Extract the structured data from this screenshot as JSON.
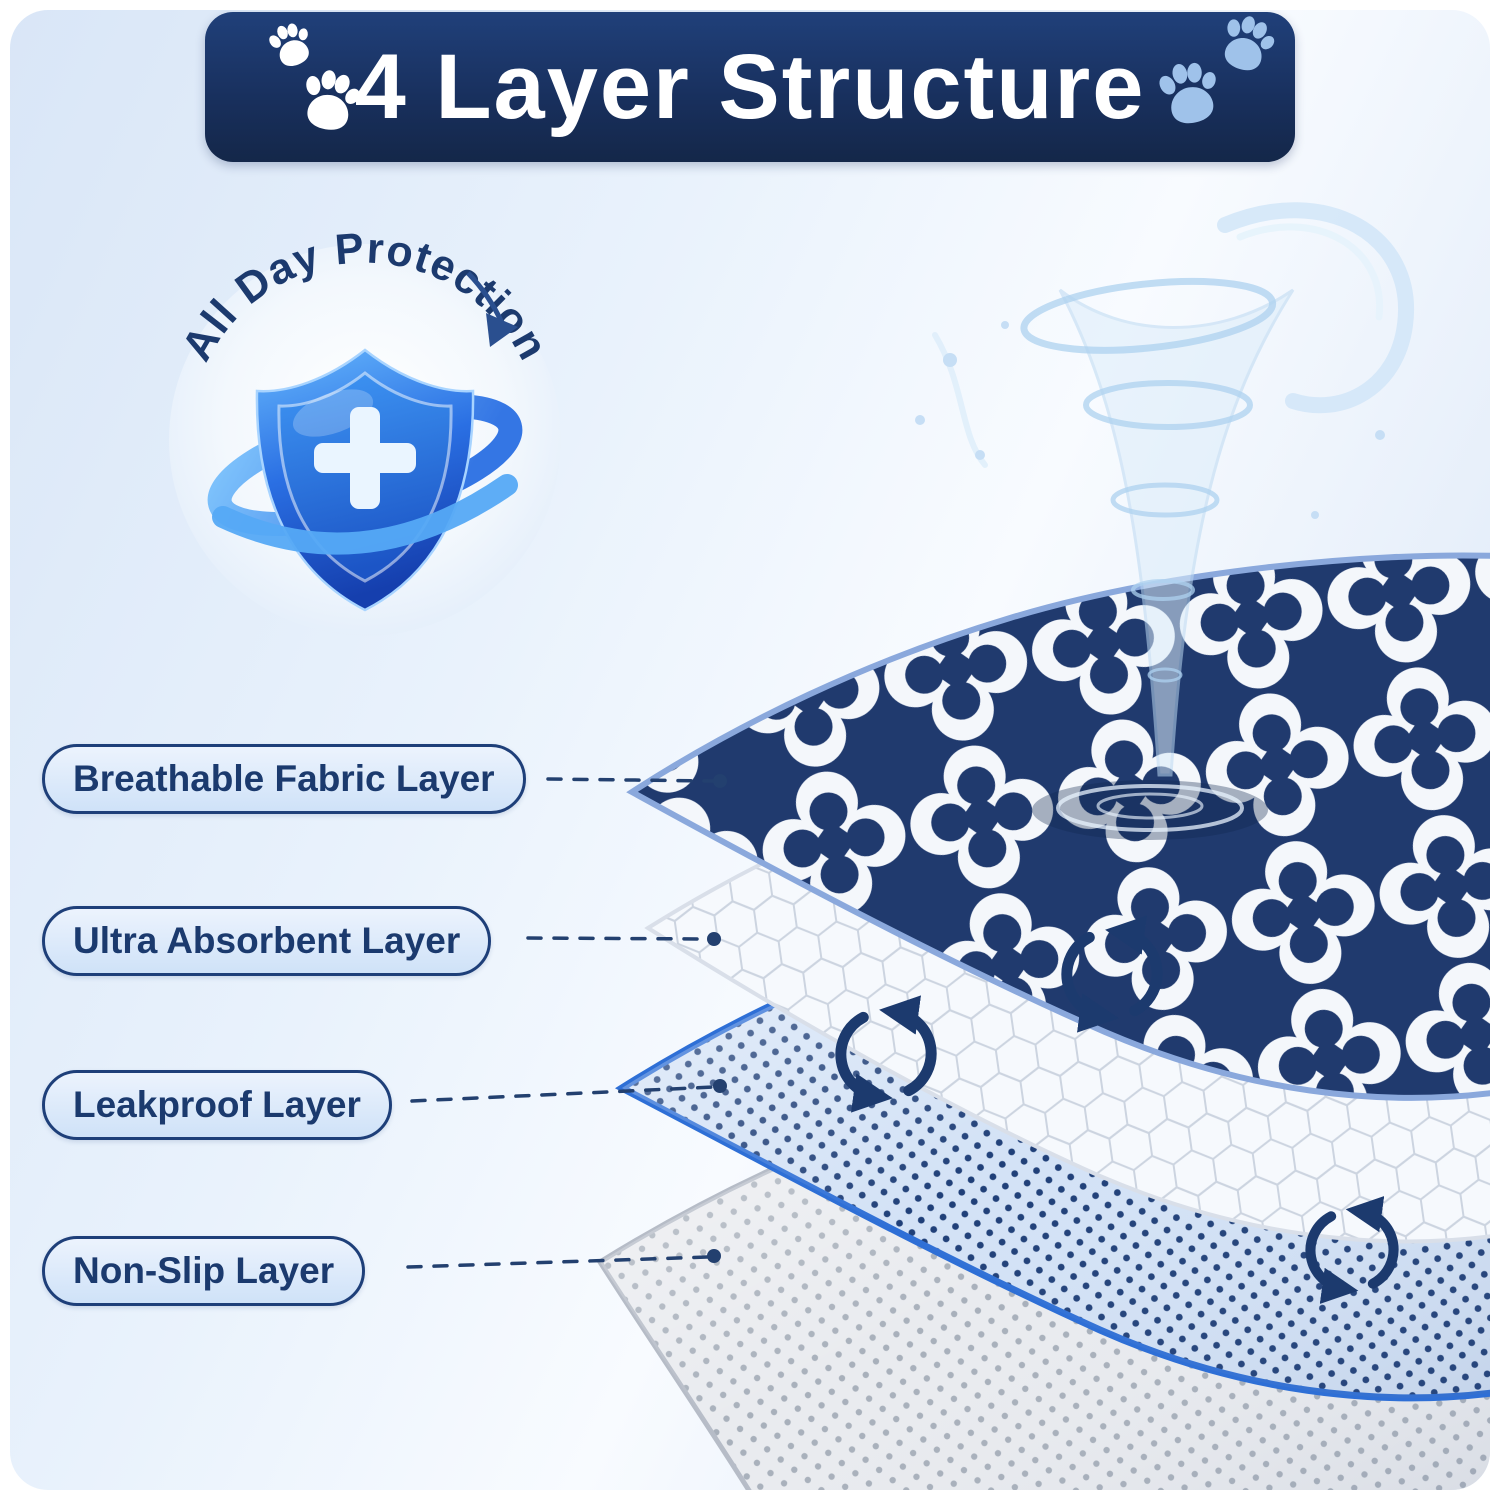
{
  "banner": {
    "title": "4 Layer Structure"
  },
  "protection_badge": {
    "text": "All Day Protection"
  },
  "labels": [
    {
      "text": "Breathable Fabric Layer"
    },
    {
      "text": "Ultra Absorbent Layer"
    },
    {
      "text": "Leakproof Layer"
    },
    {
      "text": "Non-Slip Layer"
    }
  ],
  "layers": [
    {
      "name": "Breathable Fabric Layer"
    },
    {
      "name": "Ultra Absorbent Layer"
    },
    {
      "name": "Leakproof Layer"
    },
    {
      "name": "Non-Slip Layer"
    }
  ],
  "icons": {
    "banner_left": "paw-icon",
    "banner_right": "paw-icon",
    "badge": "shield-cross-icon",
    "airflow": "cycle-arrows-icon",
    "splash": "water-tornado-icon"
  },
  "colors": {
    "banner_bg": "#1b3566",
    "title_text": "#ffffff",
    "label_text": "#1b3a6e",
    "label_border": "#1e3f79",
    "navy_fabric": "#203a6e",
    "leakproof_edge": "#2e6fd6",
    "arrow": "#1c3a6e"
  }
}
